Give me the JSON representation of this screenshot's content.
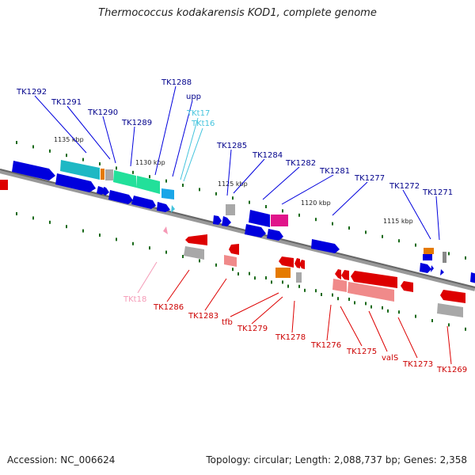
{
  "title": "Thermococcus kodakarensis KOD1, complete genome",
  "footer": {
    "accession": "Accession: NC_006624",
    "topology": "Topology: circular; Length: 2,088,737 bp; Genes: 2,358"
  },
  "kbp_labels": [
    "1135 kbp",
    "1130 kbp",
    "1125 kbp",
    "1120 kbp",
    "1115 kbp"
  ],
  "colors": {
    "forward_gene": "#0000dd",
    "reverse_gene": "#dd0000",
    "forward_label": "#00008b",
    "reverse_label": "#cc0000",
    "trna_forward": "#44c4dd",
    "trna_reverse": "#f59ab6",
    "pseudo": "#a8a8a8",
    "rna": "#ff9900",
    "backbone": "#777777",
    "tick": "#1a6a1a"
  },
  "forward_labels": [
    {
      "text": "TK1292",
      "kind": "gene"
    },
    {
      "text": "TK1291",
      "kind": "gene"
    },
    {
      "text": "TK1290",
      "kind": "gene"
    },
    {
      "text": "TK1289",
      "kind": "gene"
    },
    {
      "text": "TK1288",
      "kind": "gene"
    },
    {
      "text": "upp",
      "kind": "gene"
    },
    {
      "text": "TKt17",
      "kind": "trna"
    },
    {
      "text": "TKt16",
      "kind": "trna"
    },
    {
      "text": "TK1285",
      "kind": "gene"
    },
    {
      "text": "TK1284",
      "kind": "gene"
    },
    {
      "text": "TK1282",
      "kind": "gene"
    },
    {
      "text": "TK1281",
      "kind": "gene"
    },
    {
      "text": "TK1277",
      "kind": "gene"
    },
    {
      "text": "TK1272",
      "kind": "gene"
    },
    {
      "text": "TK1271",
      "kind": "gene"
    }
  ],
  "reverse_labels": [
    {
      "text": "TKt18",
      "kind": "trna"
    },
    {
      "text": "TK1286",
      "kind": "gene"
    },
    {
      "text": "TK1283",
      "kind": "gene"
    },
    {
      "text": "tfb",
      "kind": "gene"
    },
    {
      "text": "TK1279",
      "kind": "gene"
    },
    {
      "text": "TK1278",
      "kind": "gene"
    },
    {
      "text": "TK1276",
      "kind": "gene"
    },
    {
      "text": "TK1275",
      "kind": "gene"
    },
    {
      "text": "valS",
      "kind": "gene"
    },
    {
      "text": "TK1273",
      "kind": "gene"
    },
    {
      "text": "TK1269",
      "kind": "gene"
    }
  ]
}
